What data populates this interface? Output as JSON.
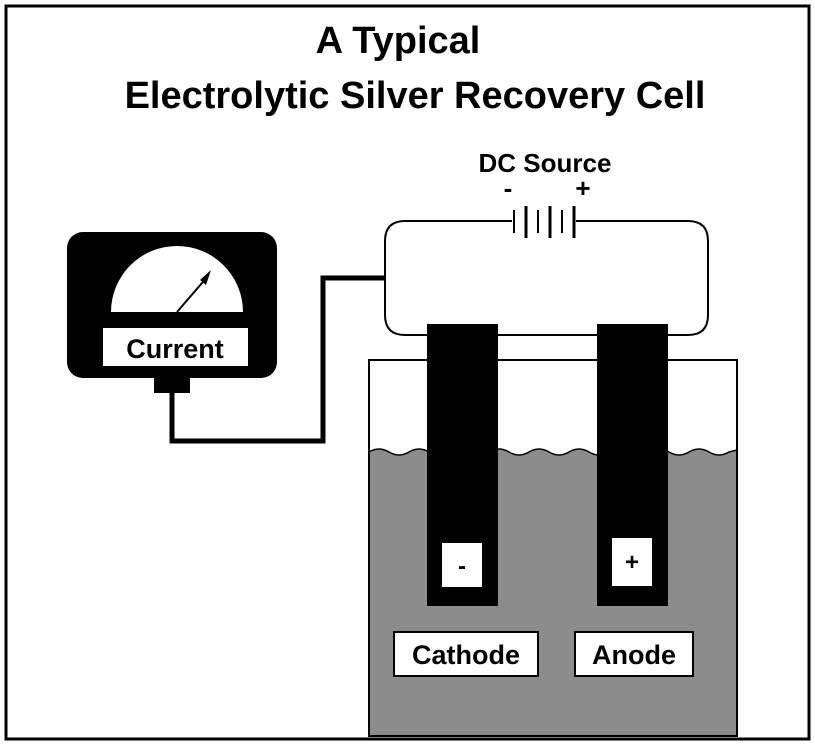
{
  "diagram": {
    "title_line1": "A Typical",
    "title_line2": "Electrolytic Silver Recovery Cell",
    "source_label": "DC Source",
    "source_minus": "-",
    "source_plus": "+",
    "meter_label": "Current",
    "cathode_sign": "-",
    "anode_sign": "+",
    "cathode_label": "Cathode",
    "anode_label": "Anode"
  },
  "colors": {
    "solution": "#8c8c8c",
    "electrode": "#000000",
    "frame": "#000000",
    "background": "#ffffff"
  }
}
